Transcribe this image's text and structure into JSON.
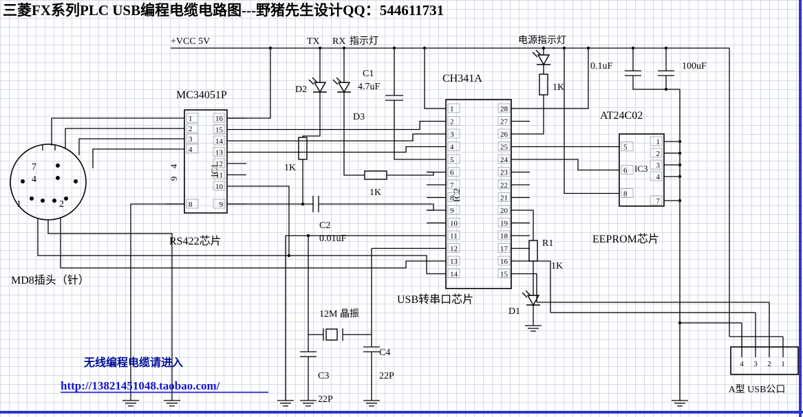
{
  "title": "三菱FX系列PLC USB编程电缆电路图---野猪先生设计QQ：544611731",
  "rails": {
    "vcc": "+VCC 5V"
  },
  "indicators": {
    "tx": "TX",
    "rx": "RX",
    "suffix": "指示灯",
    "power": "电源指示灯"
  },
  "ic1": {
    "name": "MC34051P",
    "ref": "IC1",
    "caption": "RS422芯片",
    "left_pins": [
      "1",
      "2",
      "3",
      "4",
      "8"
    ],
    "right_pins": [
      "16",
      "15",
      "14",
      "13",
      "12",
      "11",
      "10",
      "9"
    ],
    "side_notes": [
      "4",
      "9"
    ]
  },
  "ic2": {
    "name": "CH341A",
    "ref": "IC2",
    "caption": "USB转串口芯片",
    "left_pins": [
      "1",
      "2",
      "3",
      "4",
      "5",
      "6",
      "7",
      "8",
      "9",
      "10",
      "11",
      "12",
      "13",
      "14"
    ],
    "right_pins": [
      "28",
      "27",
      "26",
      "25",
      "24",
      "23",
      "22",
      "21",
      "20",
      "19",
      "18",
      "17",
      "16",
      "15"
    ]
  },
  "ic3": {
    "name": "AT24C02",
    "ref": "IC3",
    "caption": "EEPROM芯片",
    "left_pins": [
      "5",
      "6",
      "8"
    ],
    "right_pins": [
      "1",
      "2",
      "3",
      "4",
      "7"
    ]
  },
  "md8": {
    "caption": "MD8插头（针）",
    "pins": [
      "7",
      "4",
      "1",
      "2"
    ]
  },
  "usb": {
    "caption": "A型 USB公口",
    "pins": [
      "4",
      "3",
      "2",
      "1"
    ]
  },
  "components": {
    "c1": {
      "ref": "C1",
      "value": "4.7uF"
    },
    "c2": {
      "ref": "C2",
      "value": "0.01uF"
    },
    "c3": {
      "ref": "C3",
      "value": "22P"
    },
    "c4": {
      "ref": "C4",
      "value": "22P"
    },
    "c5": {
      "value": "0.1uF"
    },
    "c6": {
      "value": "100uF"
    },
    "r_tx": {
      "value": "1K"
    },
    "r_rx": {
      "value": "1K"
    },
    "r_pwr": {
      "value": "1K"
    },
    "r1": {
      "ref": "R1",
      "value": "1K"
    },
    "d1": {
      "ref": "D1"
    },
    "d2": {
      "ref": "D2"
    },
    "d3": {
      "ref": "D3"
    },
    "crystal": {
      "value": "12M 晶振"
    }
  },
  "footer": {
    "wireless": "无线编程电缆请进入",
    "url": "http://13821451048.taobao.com/"
  },
  "colors": {
    "wire": "#000000",
    "link_blue": "#1414cc",
    "grid": "#d3dbe7"
  }
}
